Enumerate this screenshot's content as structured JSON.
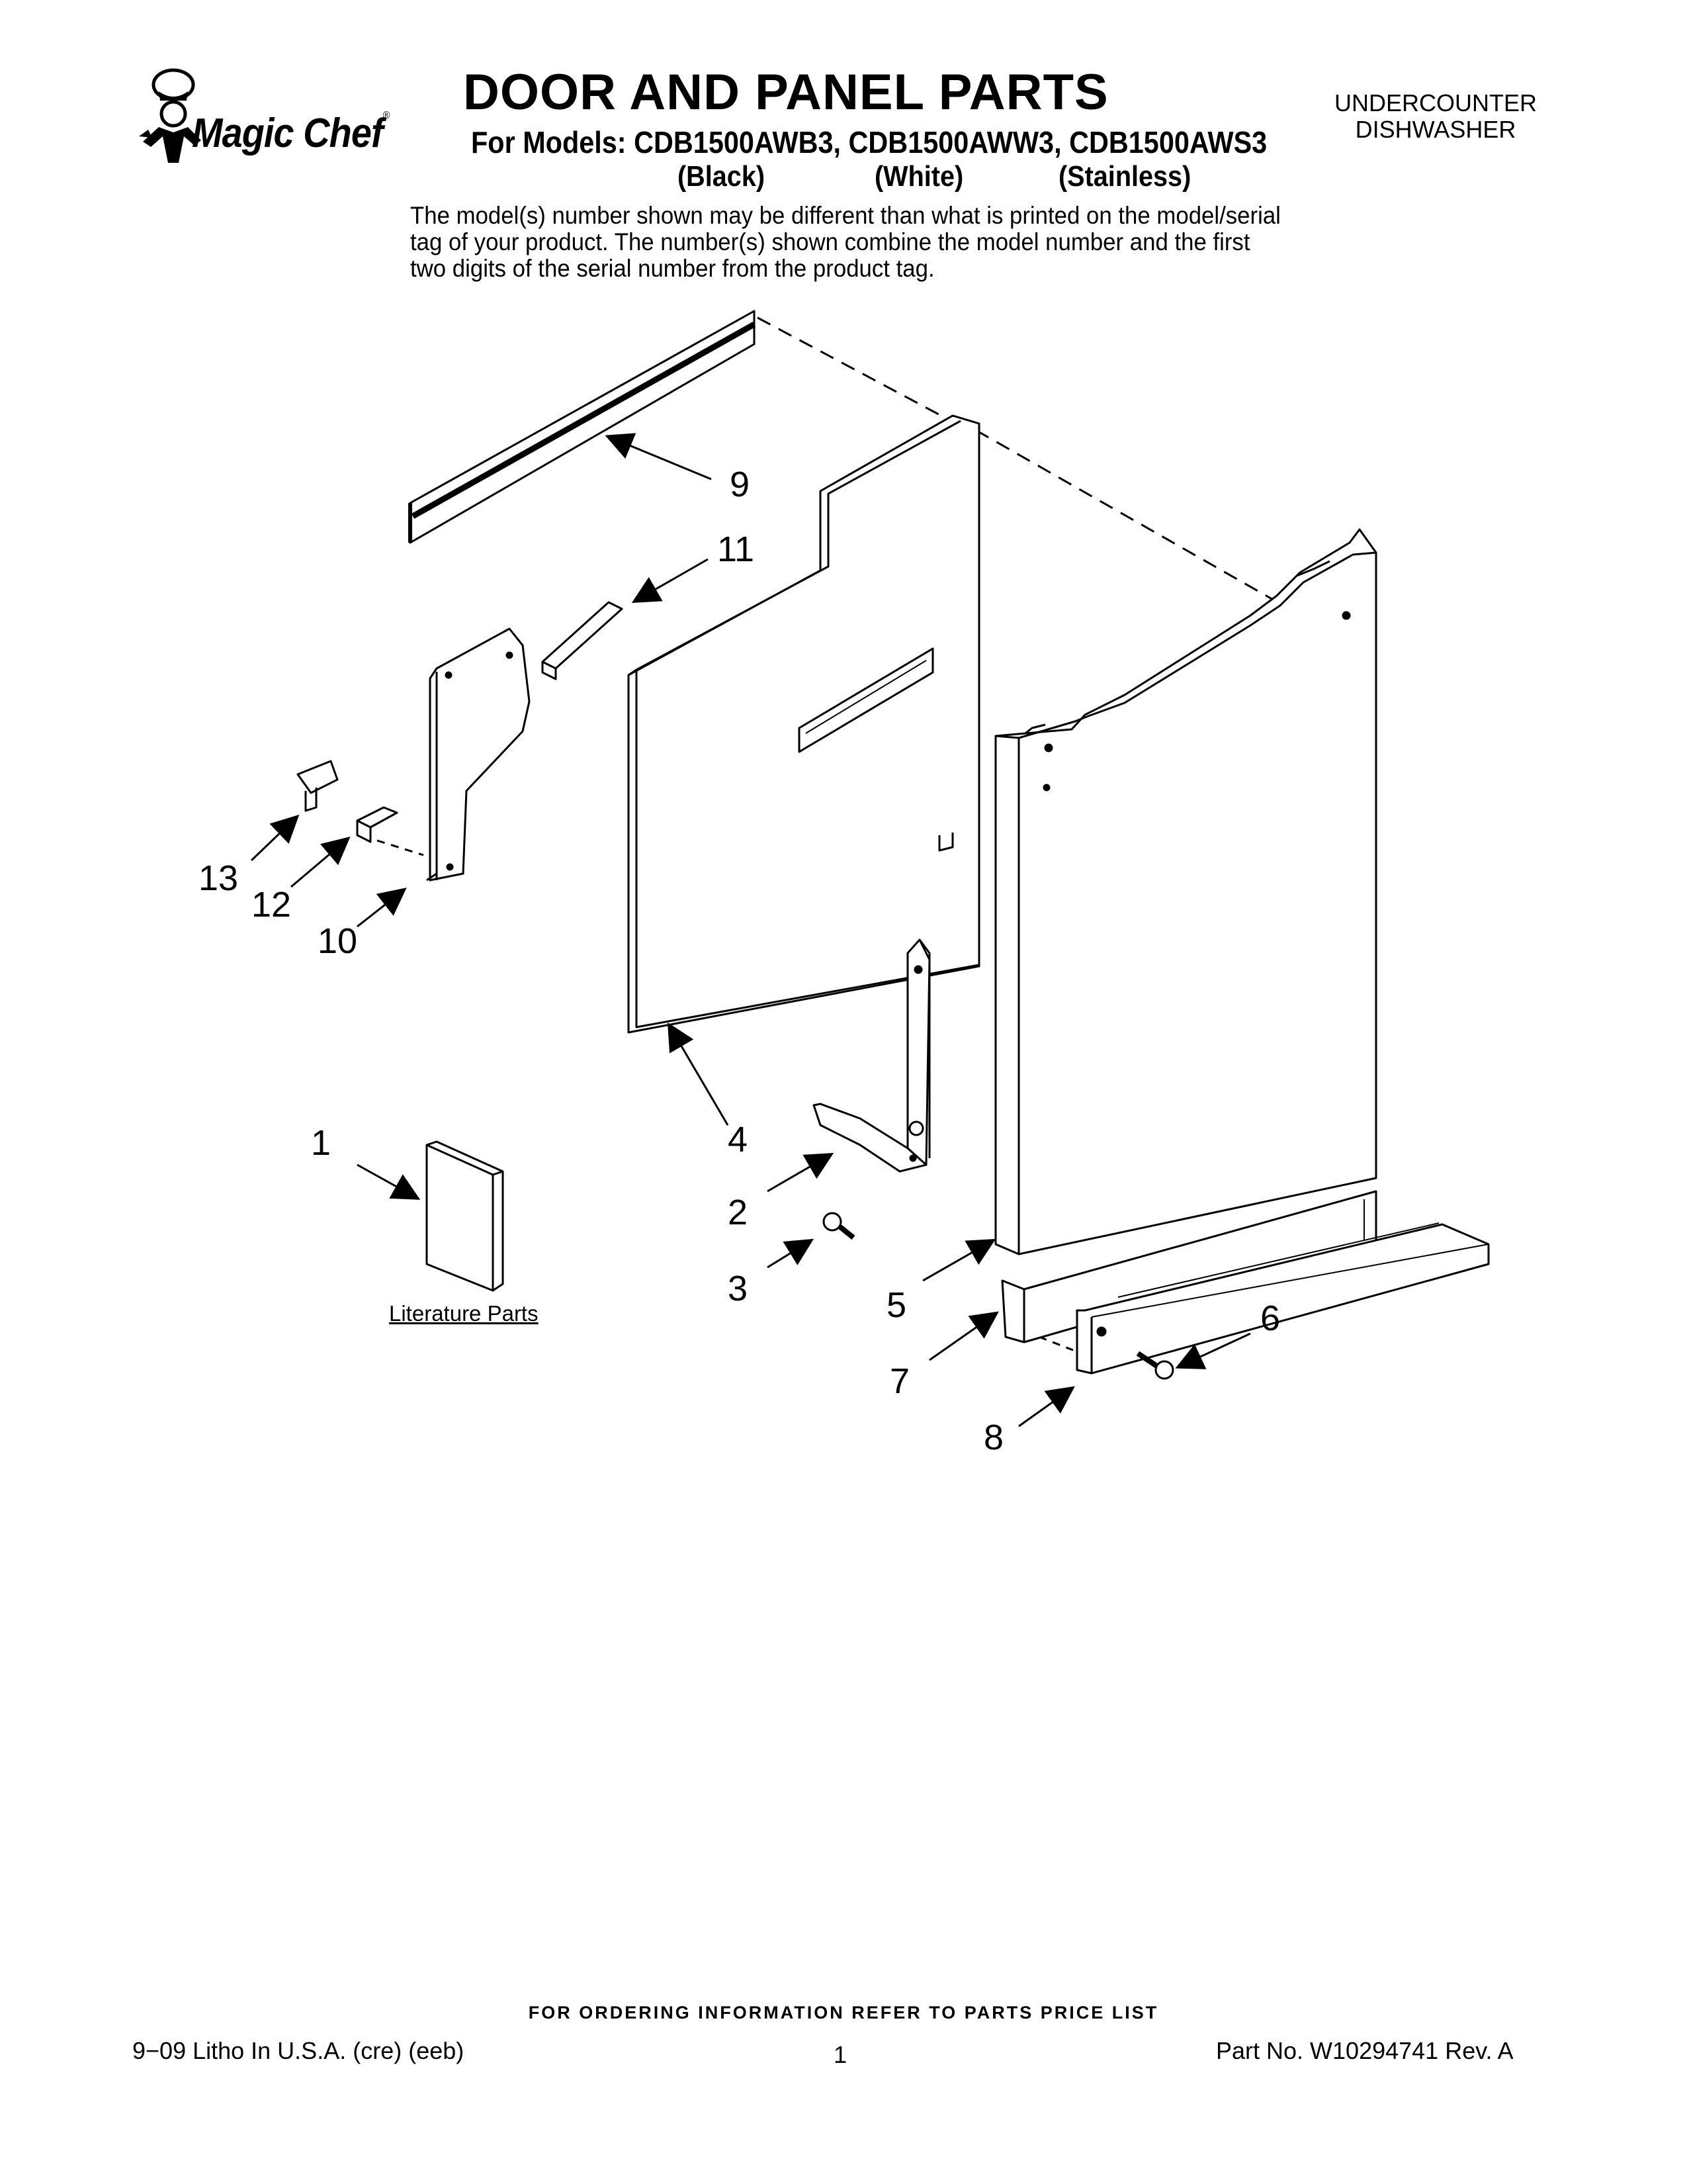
{
  "brand": {
    "name": "Magic Chef",
    "trademark": "®"
  },
  "header": {
    "title": "DOOR AND PANEL PARTS",
    "models_line": "For Models: CDB1500AWB3, CDB1500AWW3, CDB1500AWS3",
    "variants": [
      "(Black)",
      "(White)",
      "(Stainless)"
    ],
    "product_type": [
      "UNDERCOUNTER",
      "DISHWASHER"
    ],
    "notice": "The model(s) number shown may be different than what is printed on the model/serial tag of your product. The number(s) shown combine the model number and the first two digits of the serial number from the product tag."
  },
  "diagram": {
    "callouts": [
      "1",
      "2",
      "3",
      "4",
      "5",
      "6",
      "7",
      "8",
      "9",
      "10",
      "11",
      "12",
      "13"
    ],
    "literature_label": "Literature Parts"
  },
  "footer": {
    "ordering_note": "FOR ORDERING INFORMATION REFER TO PARTS PRICE LIST",
    "print_info": "9−09 Litho In U.S.A. (cre) (eeb)",
    "page_number": "1",
    "part_number": "Part No. W10294741 Rev. A"
  }
}
